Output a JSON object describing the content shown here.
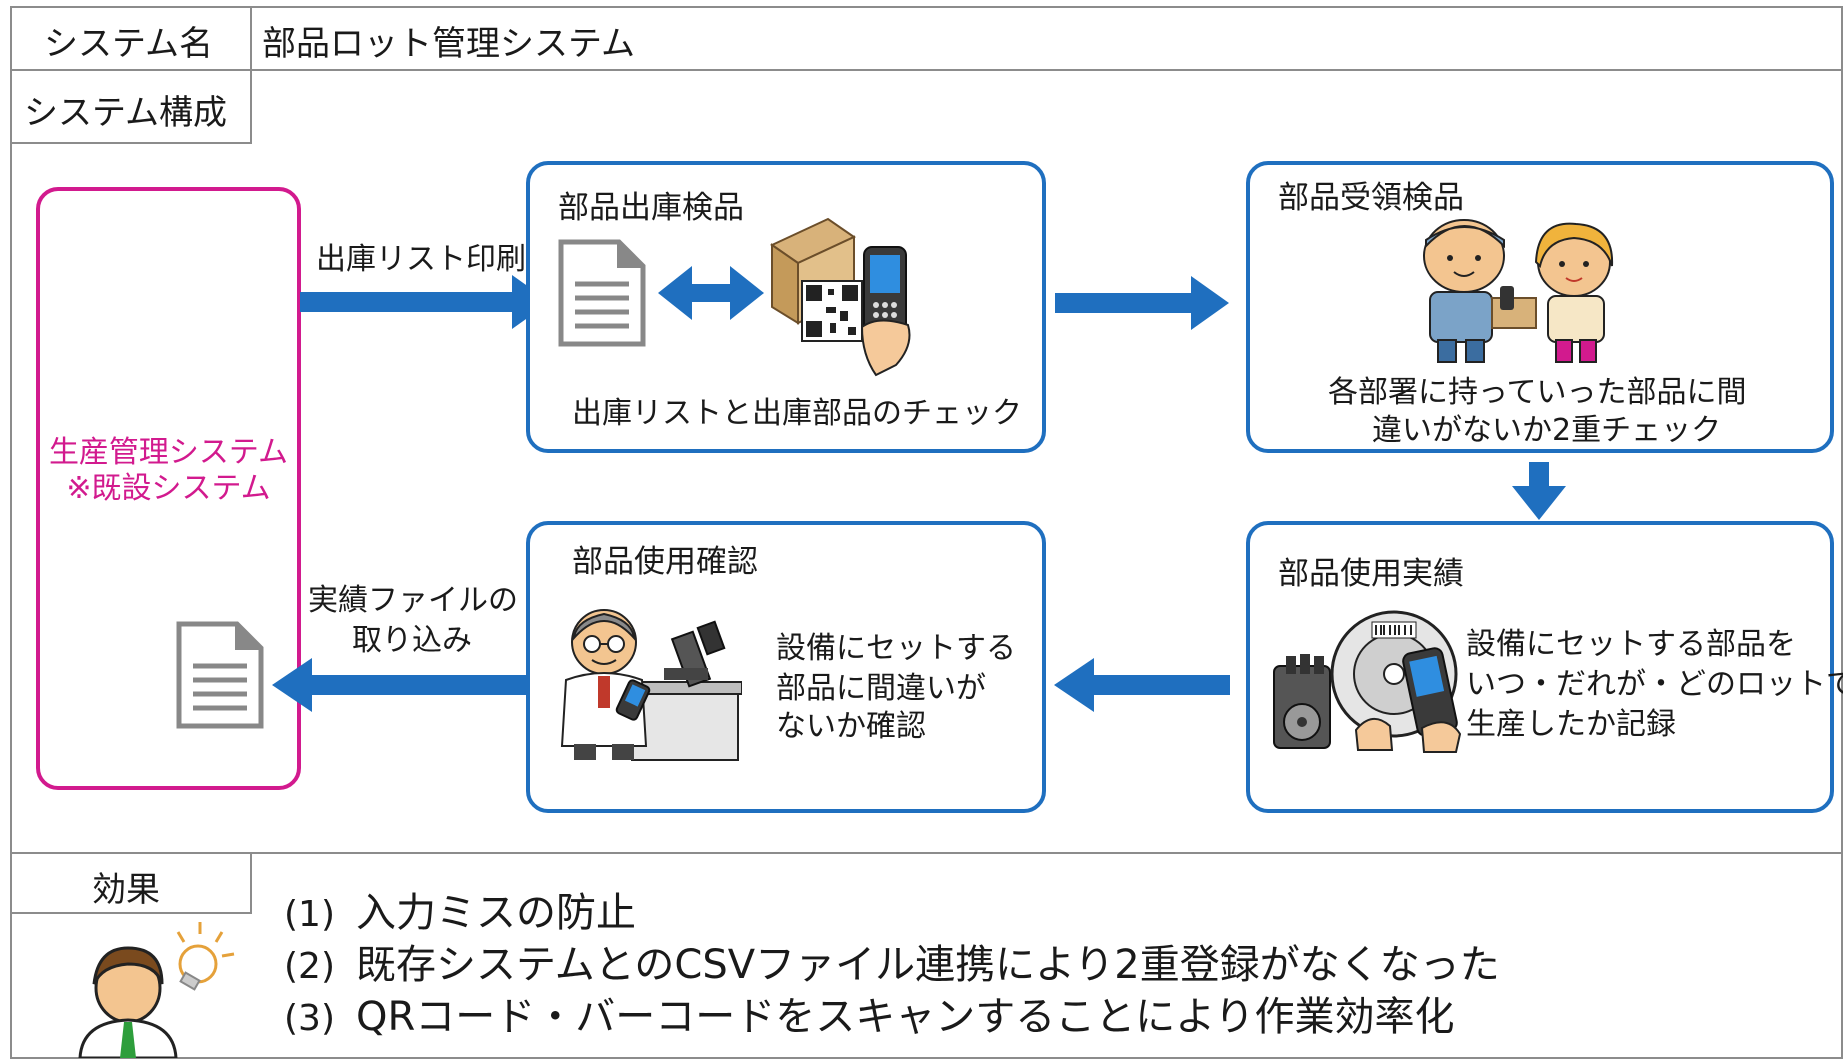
{
  "header": {
    "system_name_label": "システム名",
    "system_name_value": "部品ロット管理システム",
    "system_config_label": "システム構成"
  },
  "diagram": {
    "production_system": {
      "line1": "生産管理システム",
      "line2": "※既設システム"
    },
    "arrow_labels": {
      "print_list": "出庫リスト印刷",
      "import_line1": "実績ファイルの",
      "import_line2": "取り込み"
    },
    "boxes": {
      "shipping_inspection": {
        "title": "部品出庫検品",
        "caption": "出庫リストと出庫部品のチェック"
      },
      "receipt_inspection": {
        "title": "部品受領検品",
        "caption_line1": "各部署に持っていった部品に間",
        "caption_line2": "違いがないか2重チェック"
      },
      "usage_record": {
        "title": "部品使用実績",
        "caption_line1": "設備にセットする部品を",
        "caption_line2": "いつ・だれが・どのロットで",
        "caption_line3": "生産したか記録"
      },
      "usage_confirm": {
        "title": "部品使用確認",
        "caption_line1": "設備にセットする",
        "caption_line2": "部品に間違いが",
        "caption_line3": "ないか確認"
      }
    }
  },
  "effects": {
    "label": "効果",
    "items": [
      {
        "num": "(1)",
        "text": "入力ミスの防止"
      },
      {
        "num": "(2)",
        "text": "既存システムとのCSVファイル連携により2重登録がなくなった"
      },
      {
        "num": "(3)",
        "text": "QRコード・バーコードをスキャンすることにより作業効率化"
      }
    ]
  },
  "colors": {
    "blue": "#1f6fbf",
    "magenta": "#d21a8e",
    "grey": "#8c8c8c"
  },
  "icons": {
    "document": "document-icon",
    "qr_scanner": "qr-scanner-icon",
    "handover": "people-handover-icon",
    "reel_scanner": "reel-scanner-icon",
    "scientist": "scientist-microscope-icon",
    "idea_person": "idea-person-icon"
  }
}
